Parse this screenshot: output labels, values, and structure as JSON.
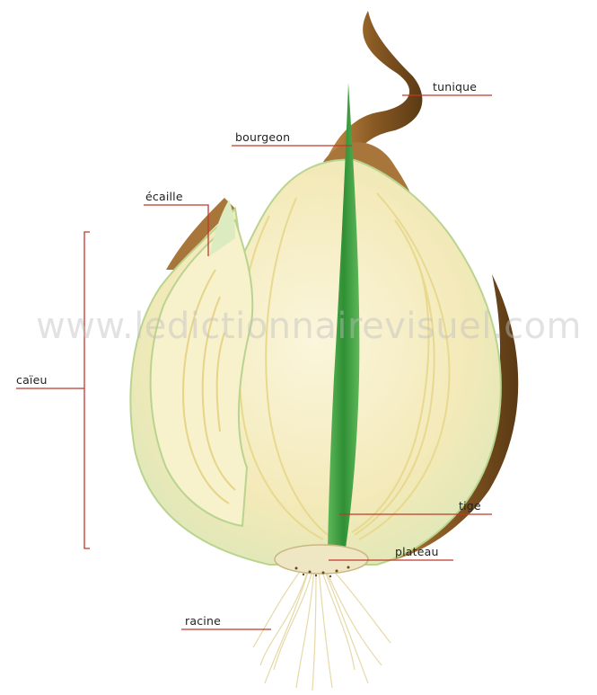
{
  "labels": {
    "tunique": "tunique",
    "bourgeon": "bourgeon",
    "ecaille": "écaille",
    "caieu": "caïeu",
    "tige": "tige",
    "plateau": "plateau",
    "racine": "racine"
  },
  "watermark": "www.ledictionnairevisuel.com",
  "colors": {
    "leader_line": "#c0392b",
    "flesh": "#f6efc6",
    "tunic": "#9a6b2e",
    "stem": "#3a9a3a"
  }
}
